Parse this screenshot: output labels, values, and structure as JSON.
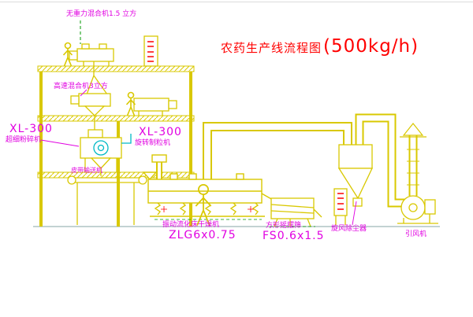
{
  "title": {
    "text": "农药生产线流程图",
    "capacity": "(500kg/h)"
  },
  "labels": {
    "gravity_mixer": "无重力混合机1.5 立方",
    "high_speed_mixer": "高速混合机3立方",
    "pulverizer_model": "XL-300",
    "pulverizer_name": "超细粉碎机",
    "granulator_model": "XL-300",
    "granulator_name": "旋转制粒机",
    "belt_conveyor": "皮带输送机",
    "dryer_name": "振动流化床干燥机",
    "dryer_model": "ZLG6x0.75",
    "sieve_name": "方形摇摆筛",
    "sieve_model": "FS0.6x1.5",
    "cyclone": "旋风除尘器",
    "fan": "引风机"
  },
  "colors": {
    "line_yellow": "#d9c800",
    "cyan": "#00b9c6",
    "magenta": "#e100e1",
    "red": "#ff0000",
    "green": "#009a00",
    "title_red": "#ff0000"
  }
}
